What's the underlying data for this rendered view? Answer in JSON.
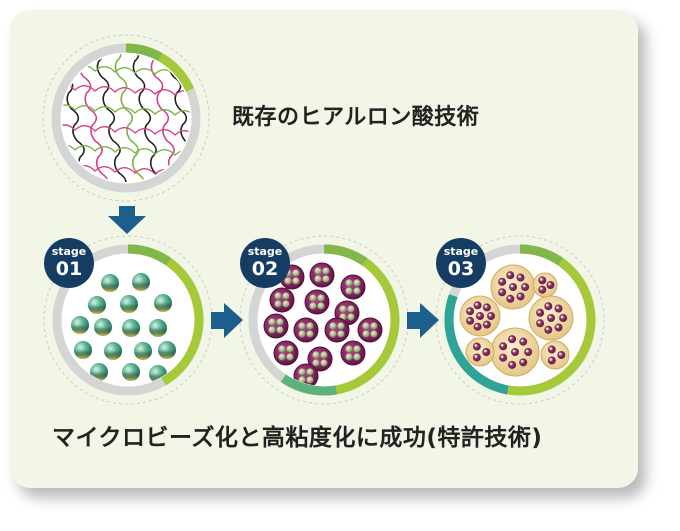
{
  "heading": "既存のヒアルロン酸技術",
  "caption": "マイクロビーズ化と高粘度化に成功(特許技術)",
  "stages": [
    {
      "label": "stage",
      "number": "01"
    },
    {
      "label": "stage",
      "number": "02"
    },
    {
      "label": "stage",
      "number": "03"
    }
  ],
  "colors": {
    "card_bg": "#f1f6e7",
    "badge": "#153d63",
    "arrow": "#1d5f8c",
    "ring_green": "#a6c93a",
    "ring_teal": "#2fa39a",
    "ring_gray": "#d4d6d6",
    "bead_green": "#3f9e83",
    "bead_purple": "#7d1f5a",
    "bead_cream": "#ecd59e"
  }
}
